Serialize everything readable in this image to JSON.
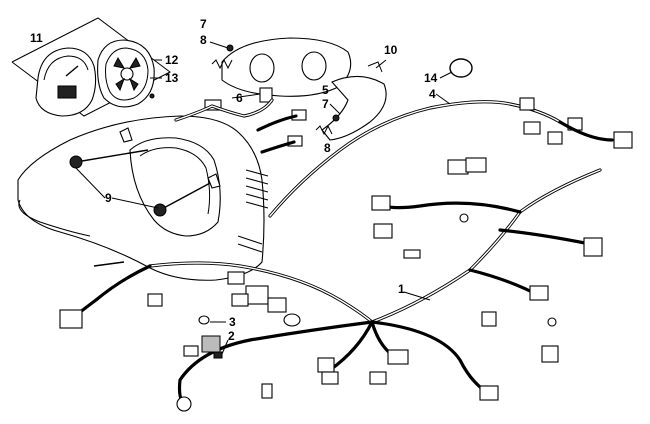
{
  "callouts": {
    "c1": "1",
    "c2": "2",
    "c3": "3",
    "c4": "4",
    "c5": "5",
    "c6": "6",
    "c7a": "7",
    "c7b": "7",
    "c8a": "8",
    "c8b": "8",
    "c9": "9",
    "c10": "10",
    "c11": "11",
    "c12": "12",
    "c13": "13",
    "c14": "14"
  }
}
